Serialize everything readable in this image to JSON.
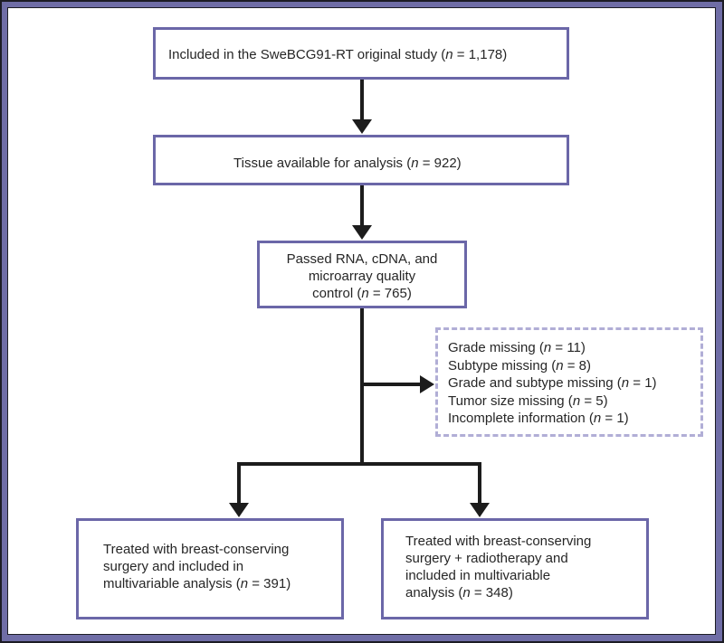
{
  "boxes": {
    "included": {
      "prefix": "Included in the SweBCG91-RT original study (",
      "n": "n",
      "suffix": " = 1,178)"
    },
    "tissue": {
      "prefix": "Tissue available for analysis (",
      "n": "n",
      "suffix": " = 922)"
    },
    "passed": {
      "line1": "Passed RNA, cDNA, and",
      "line2": "microarray quality",
      "line3_prefix": "control (",
      "n": "n",
      "line3_suffix": " = 765)"
    },
    "exclusions": [
      {
        "prefix": "Grade missing (",
        "n": "n",
        "suffix": " = 11)"
      },
      {
        "prefix": "Subtype missing (",
        "n": "n",
        "suffix": " = 8)"
      },
      {
        "prefix": "Grade and subtype missing (",
        "n": "n",
        "suffix": " = 1)"
      },
      {
        "prefix": "Tumor size missing (",
        "n": "n",
        "suffix": " = 5)"
      },
      {
        "prefix": "Incomplete information (",
        "n": "n",
        "suffix": " = 1)"
      }
    ],
    "surgery": {
      "line1": "Treated with breast-conserving",
      "line2": "surgery and included in",
      "line3_prefix": "multivariable analysis (",
      "n": "n",
      "line3_suffix": " = 391)"
    },
    "radiotherapy": {
      "line1": "Treated with breast-conserving",
      "line2": "surgery + radiotherapy and",
      "line3": "included in multivariable",
      "line4_prefix": "analysis (",
      "n": "n",
      "line4_suffix": " = 348)"
    }
  },
  "colors": {
    "box_border": "#6b67a8",
    "dashed_border": "#b1aed6",
    "frame": "#6f6da6",
    "arrow": "#1c1c1c"
  }
}
